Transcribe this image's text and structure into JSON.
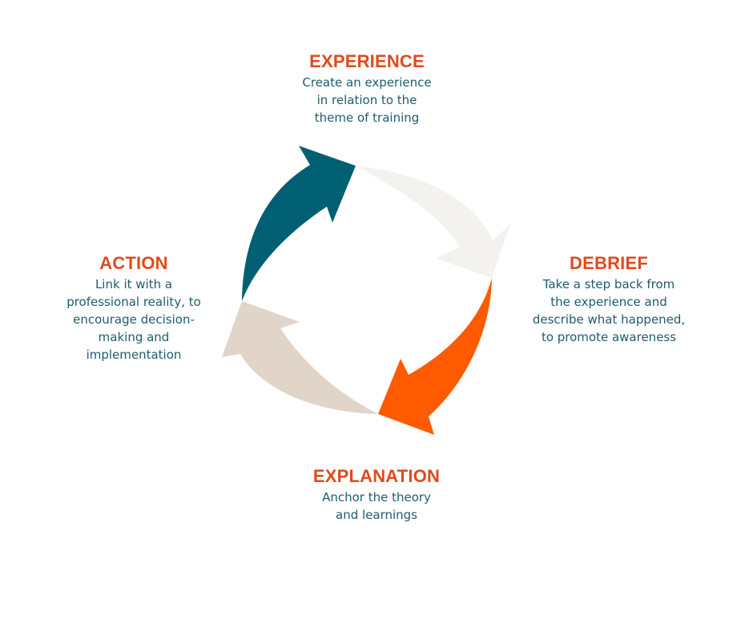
{
  "colors": {
    "title": "#e04a1c",
    "text": "#1e5b6b",
    "arrow_experience": "#005f73",
    "arrow_debrief": "#f4f2ef",
    "arrow_explanation": "#ff5a00",
    "arrow_action": "#e1d4c9"
  },
  "stages": {
    "experience": {
      "title": "EXPERIENCE",
      "lines": [
        "Create an experience",
        "in relation to the",
        "theme of training"
      ]
    },
    "debrief": {
      "title": "DEBRIEF",
      "lines": [
        "Take a step back from",
        "the experience and",
        "describe what happened,",
        "to promote awareness"
      ]
    },
    "explanation": {
      "title": "EXPLANATION",
      "lines": [
        "Anchor the theory",
        "and learnings"
      ]
    },
    "action": {
      "title": "ACTION",
      "lines": [
        "Link it with a",
        "professional reality, to",
        "encourage decision-",
        "making and",
        "implementation"
      ]
    }
  }
}
